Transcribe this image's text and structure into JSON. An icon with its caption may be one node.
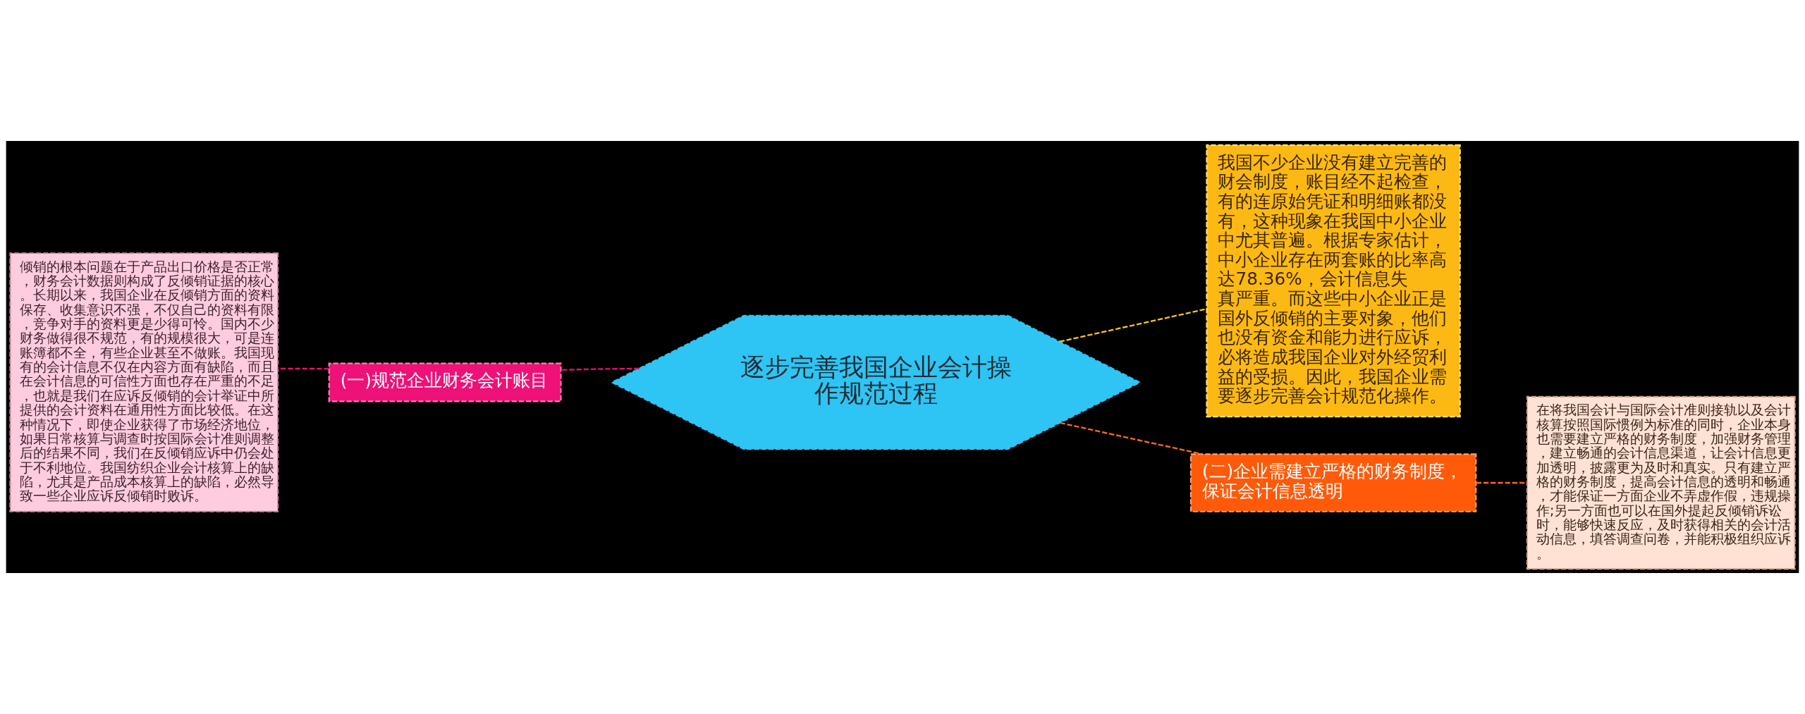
{
  "diagram": {
    "nodes": [
      {
        "text": [
          "逐步完善我国企业会计操作规范过程"
        ]
      },
      {
        "text": [
          "(一)规范企业财务会计账目"
        ]
      },
      {
        "text": [
          "倾销的根本问题在于产品出口价格是否正常，财务会计数据则构成了反倾销证据的核心。长期以来，我国企业在反倾销方面的资料保存、收集意识不强，不仅自己的资料有限，竞争对手的资料更是少得可怜。国内不少财务做得很不规范，有的规模很大，可是连账簿都不全，有些企业甚至不做账。我国现有的会计信息不仅在内容方面有缺陷，而且在会计信息的可信性方面也存在严重的不足，也就是我们在应诉反倾销的会计举证中所提供的会计资料在通用性方面比较低。在这种情况下，即使企业获得了市场经济地位，如果日常核算与调查时按国际会计准则调整后的结果不同，我们在反倾销应诉中仍会处于不利地位。我国纺织企业会计核算上的缺陷，尤其是产品成本核算上的缺陷，必然导致一些企业应诉反倾销时败诉。"
        ]
      },
      {
        "text": [
          "我国不少企业没有建立完善的财会制度，账目经不起检查，有的连原始凭证和明细账都没有，这种现象在我国中小企业中尤其普遍。根据专家估计，中小企业存在两套账的比率高达78.36%，会计信息失真严重。而这些中小企业正是国外反倾销的主要对象，他们也没有资金和能力进行应诉，必将造成我国企业对外经贸利益的受损。因此，我国企业需要逐步完善会计规范化操作。"
        ]
      },
      {
        "text": [
          "(二)企业需建立严格的财务制度，保证会计信息透明"
        ]
      },
      {
        "text": [
          "在将我国会计与国际会计准则接轨以及会计核算按照国际惯例为标准的同时，企业本身也需要建立严格的财务制度，加强财务管理，建立畅通的会计信息渠道，让会计信息更加透明，披露更为及时和真实。只有建立严格的财务制度，提高会计信息的透明和畅通，才能保证一方面企业不弄虚作假，违规操作;另一方面也可以在国外提起反倾销诉讼时，能够快速反应，及时获得相关的会计活动信息，填答调查问卷，并能积极组织应诉。"
        ]
      }
    ],
    "edges": [
      {
        "from": 0,
        "to": 1,
        "arrow": "none",
        "style": "dashed",
        "color": "#e8106e"
      },
      {
        "from": 1,
        "to": 2,
        "arrow": "none",
        "style": "dashed",
        "color": "#e8106e"
      },
      {
        "from": 0,
        "to": 3,
        "arrow": "none",
        "style": "dashed",
        "color": "#f7c31b"
      },
      {
        "from": 0,
        "to": 4,
        "arrow": "none",
        "style": "dashed",
        "color": "#ff6a13"
      },
      {
        "from": 4,
        "to": 5,
        "arrow": "none",
        "style": "dashed",
        "color": "#ff6a13"
      }
    ]
  }
}
